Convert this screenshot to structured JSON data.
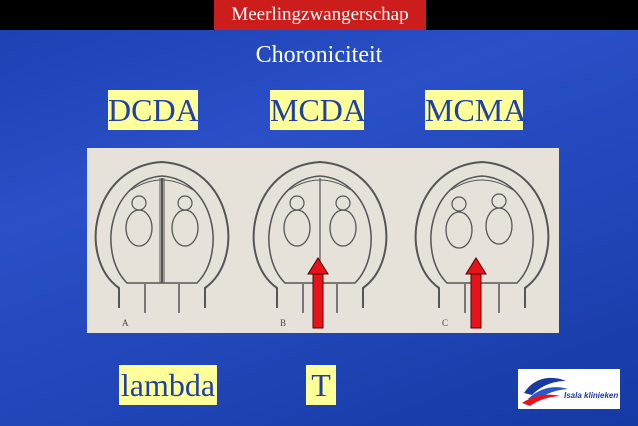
{
  "header": {
    "title": "Meerlingzwangerschap"
  },
  "subtitle": "Choroniciteit",
  "types": [
    {
      "label": "DCDA"
    },
    {
      "label": "MCDA"
    },
    {
      "label": "MCMA"
    }
  ],
  "figure": {
    "panels": [
      "A",
      "B",
      "C"
    ],
    "arrow_color": "#e8131a"
  },
  "bottom_labels": {
    "lambda": "lambda",
    "t": "T"
  },
  "logo": {
    "text": "Isala klinieken"
  },
  "colors": {
    "background": "#2348bc",
    "title_bg": "#cc1d1d",
    "label_bg": "#ffff99",
    "label_text": "#2040a8"
  }
}
